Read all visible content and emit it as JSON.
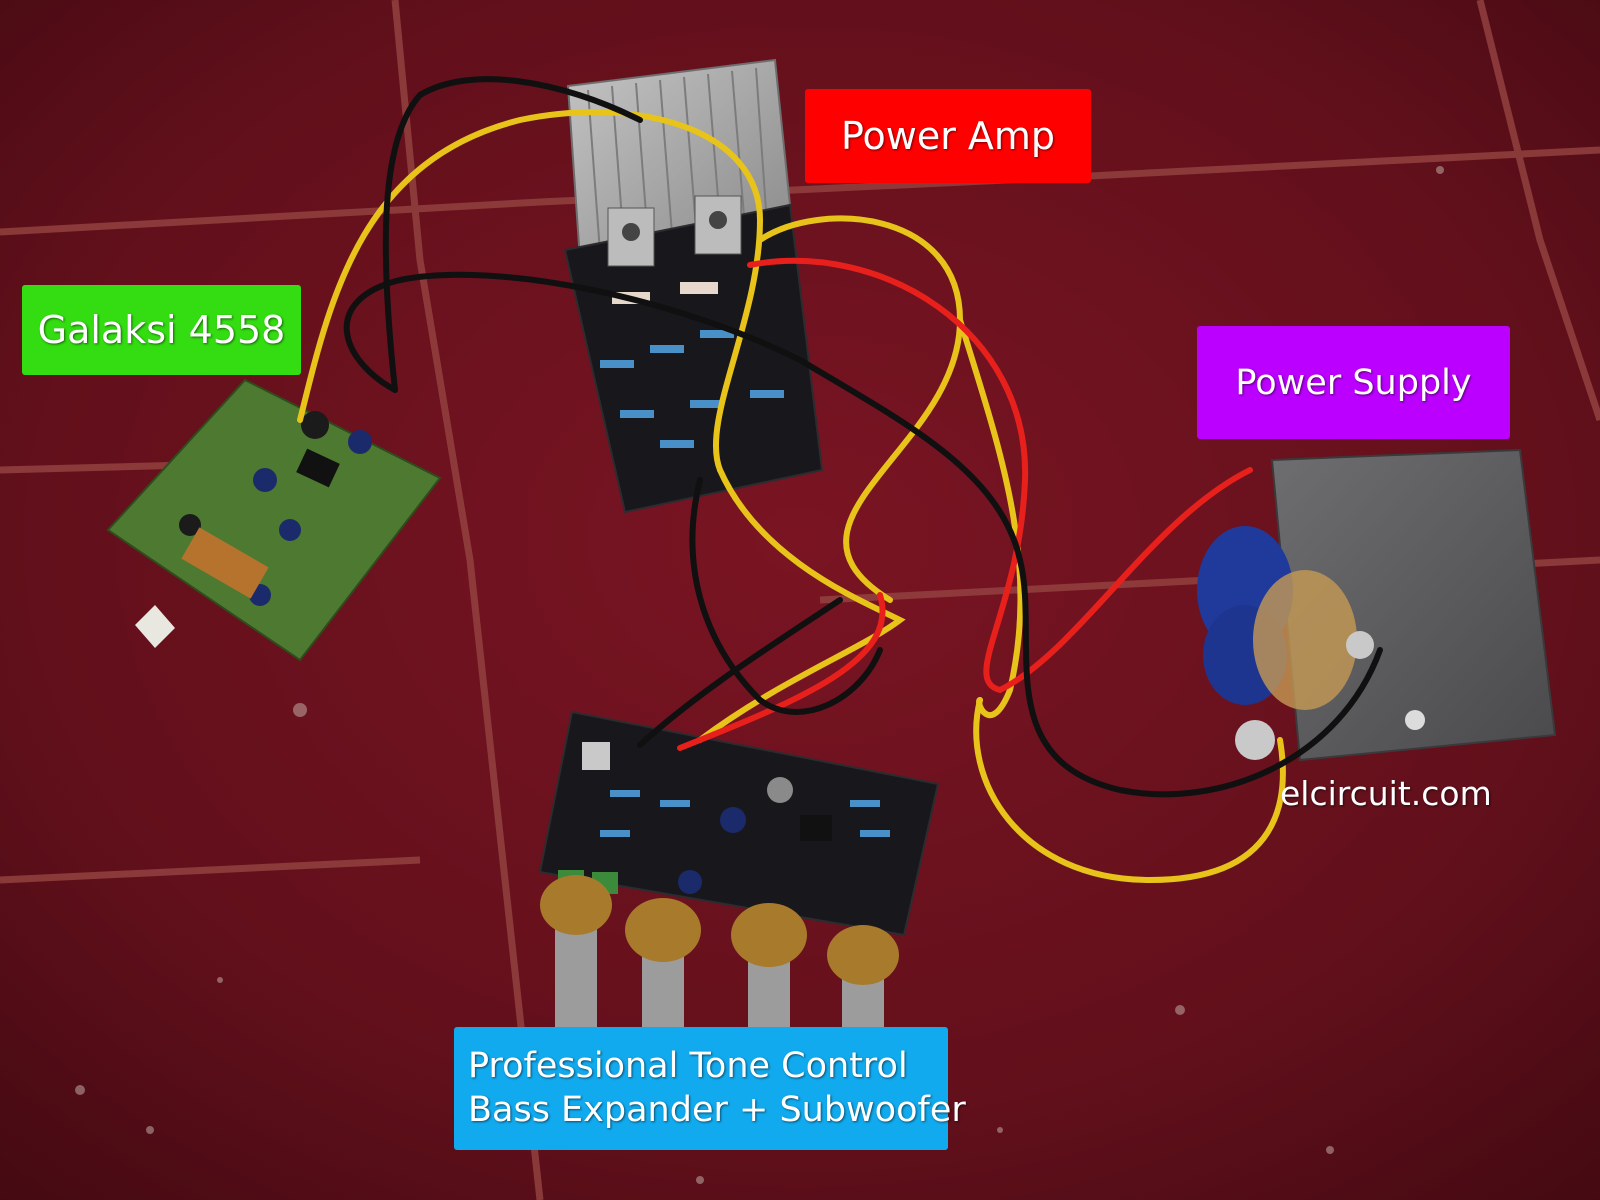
{
  "labels": {
    "power_amp": {
      "text": "Power Amp",
      "color": "#ff0000"
    },
    "galaksi": {
      "text": "Galaksi 4558",
      "color": "#33dd11"
    },
    "power_supply": {
      "text": "Power Supply",
      "color": "#bb00ff"
    },
    "tone_control": {
      "line1": "Professional Tone Control",
      "line2": "Bass Expander + Subwoofer",
      "color": "#11aaee"
    }
  },
  "watermark": "elcircuit.com",
  "colors": {
    "floor": "#6a0f1c",
    "grout": "#8e3b3b",
    "pcb_dark": "#16161a",
    "pcb_green": "#4d7a30",
    "heatsink": "#a6a6a6",
    "transformer": "#5e5e60",
    "wire_yellow": "#e8c31a",
    "wire_red": "#e8201c",
    "wire_black": "#101010"
  }
}
